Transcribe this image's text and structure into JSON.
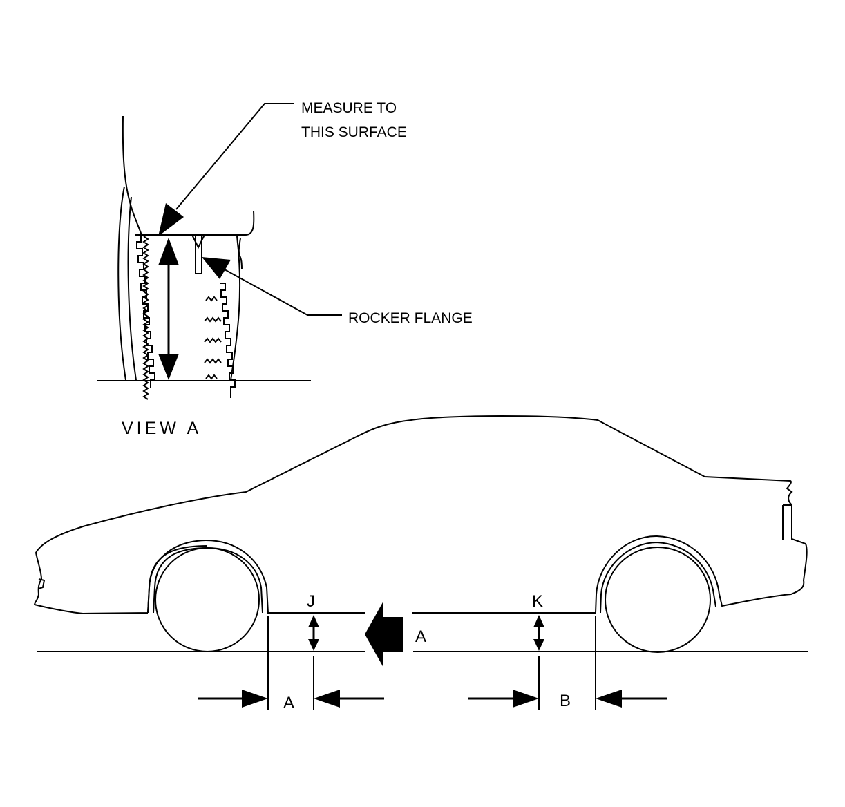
{
  "labels": {
    "measure_line1": "MEASURE TO",
    "measure_line2": "THIS SURFACE",
    "rocker_flange": "ROCKER FLANGE",
    "view_a": "VIEW A",
    "label_j": "J",
    "label_k": "K",
    "label_a_arrow": "A",
    "label_a_dim": "A",
    "label_b_dim": "B"
  }
}
